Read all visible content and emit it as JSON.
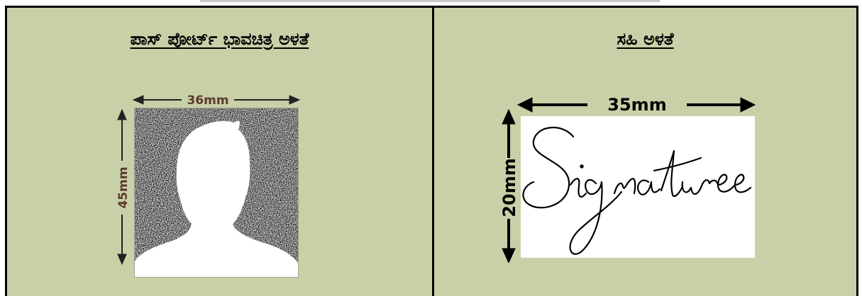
{
  "passport_photo": {
    "title": "ಪಾಸ್ ಪೋರ್ಟ್ ಭಾವಚಿತ್ರ ಅಳತೆ",
    "width_label": "36mm",
    "height_label": "45mm"
  },
  "signature": {
    "title": "ಸಹಿ ಅಳತೆ",
    "width_label": "35mm",
    "height_label": "20mm",
    "sample_text": "Signature"
  },
  "colors": {
    "cell_background": "#c8d0a8",
    "border": "#000000",
    "dimension_label": "#5a3a2a"
  }
}
